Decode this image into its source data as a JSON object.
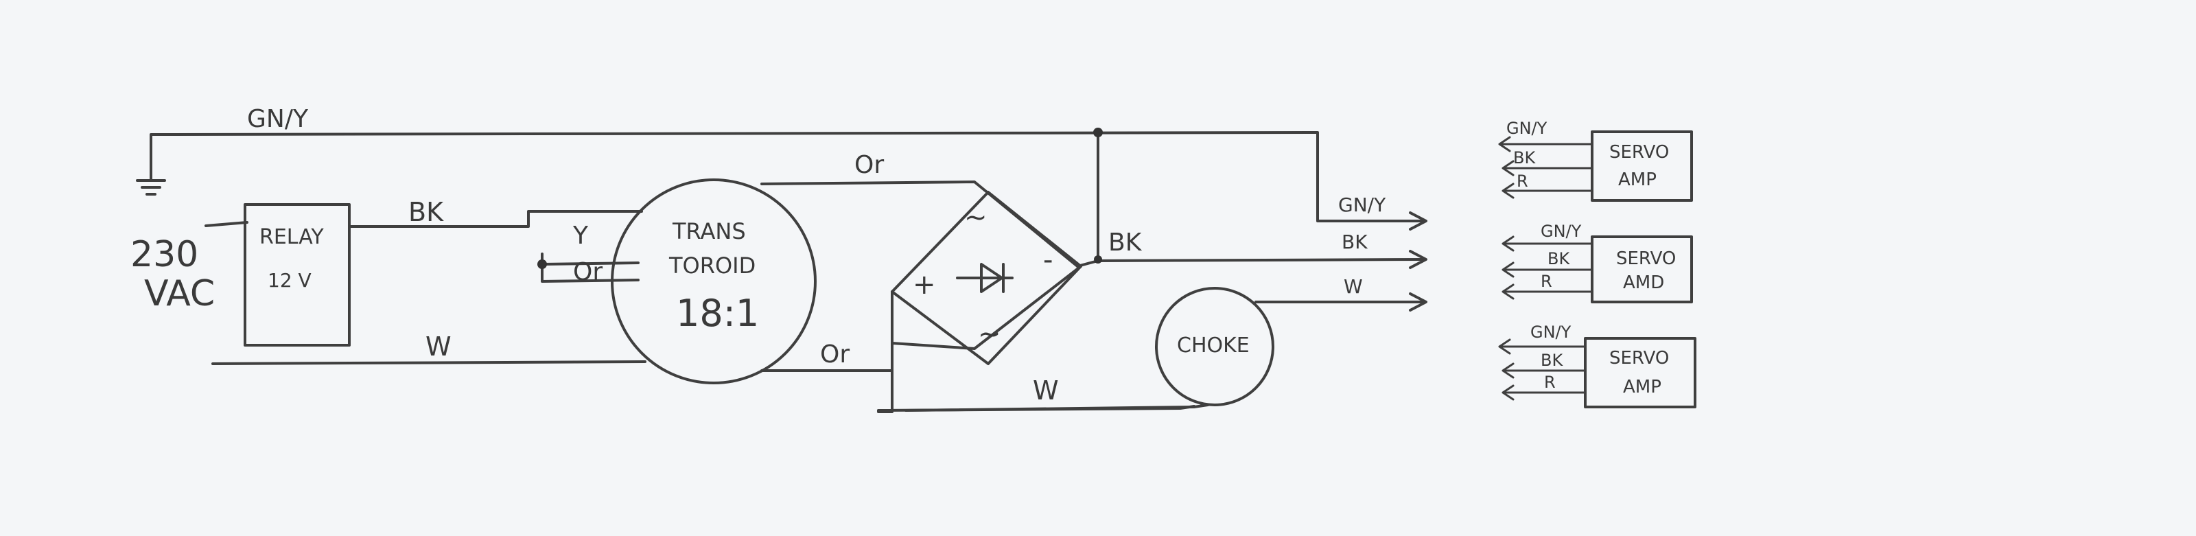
{
  "diagram": {
    "supply": {
      "voltage_line1": "230",
      "voltage_line2": "VAC"
    },
    "relay": {
      "label": "RELAY",
      "rating": "12 V"
    },
    "transformer": {
      "line1": "TRANS",
      "line2": "TOROID",
      "ratio": "18:1"
    },
    "bridge": {
      "ac_top": "~",
      "ac_bottom": "~",
      "plus": "+",
      "minus": "-"
    },
    "choke": {
      "label": "CHOKE"
    },
    "wires": {
      "gny_top": "GN/Y",
      "bk_relay": "BK",
      "y": "Y",
      "or_left": "Or",
      "w_bottom": "W",
      "or_top": "Or",
      "or_bottom": "Or",
      "bk_out": "BK",
      "w_return": "W",
      "gny_out": "GN/Y",
      "bk_out2": "BK",
      "w_out": "W"
    },
    "servo_amps": [
      {
        "line1": "SERVO",
        "line2": "AMP",
        "wires": [
          "GN/Y",
          "BK",
          "R"
        ]
      },
      {
        "line1": "SERVO",
        "line2": "AMD",
        "wires": [
          "GN/Y",
          "BK",
          "R"
        ]
      },
      {
        "line1": "SERVO",
        "line2": "AMP",
        "wires": [
          "GN/Y",
          "BK",
          "R"
        ]
      }
    ]
  }
}
